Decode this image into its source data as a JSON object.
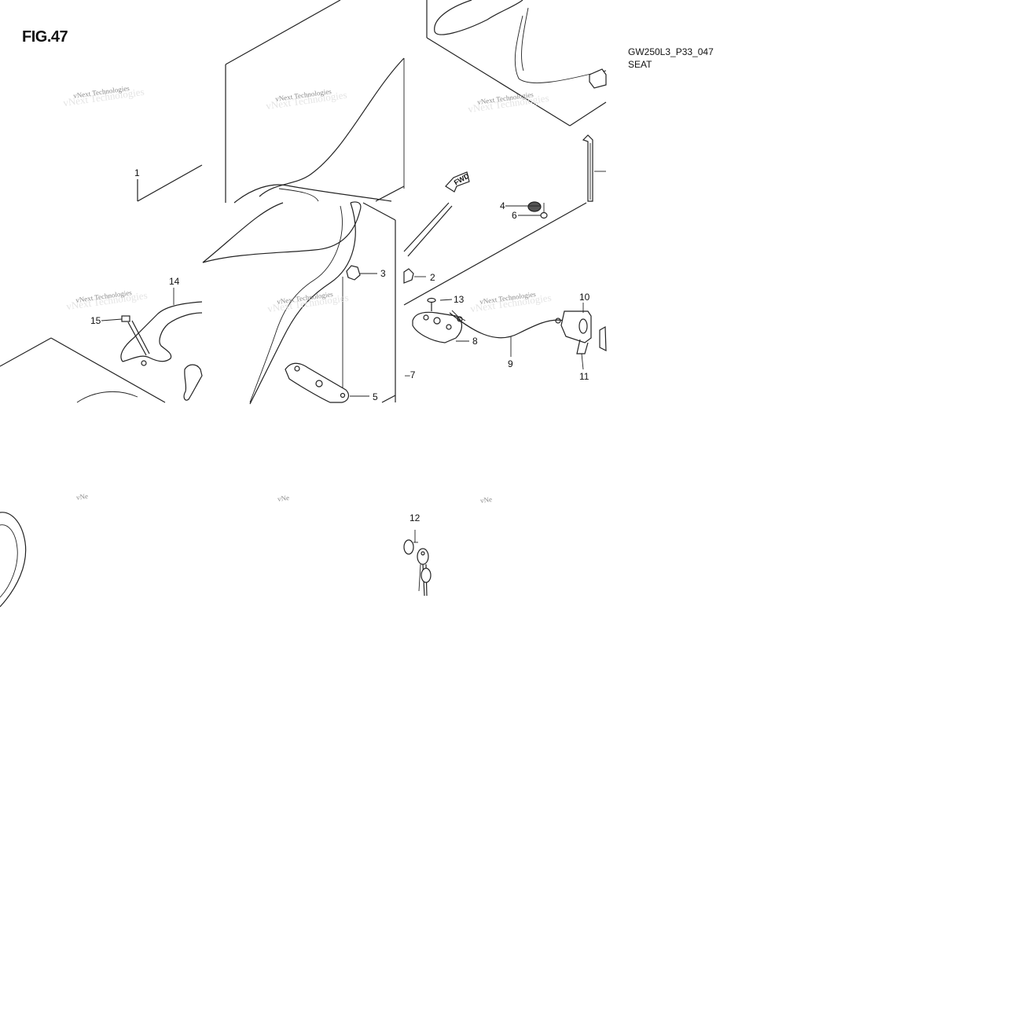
{
  "figure": {
    "label": "FIG.47"
  },
  "diagram": {
    "code": "GW250L3_P33_047",
    "title": "SEAT"
  },
  "direction_marker": {
    "text": "FWD"
  },
  "watermark": {
    "text": "vNext Technologies",
    "truncated_text": "vNe"
  },
  "callouts": {
    "p1": "1",
    "p2": "2",
    "p3": "3",
    "p4": "4",
    "p5": "5",
    "p6": "6",
    "p7": "7",
    "p8": "8",
    "p9": "9",
    "p10": "10",
    "p11": "11",
    "p12": "12",
    "p13": "13",
    "p14": "14",
    "p15": "15"
  }
}
